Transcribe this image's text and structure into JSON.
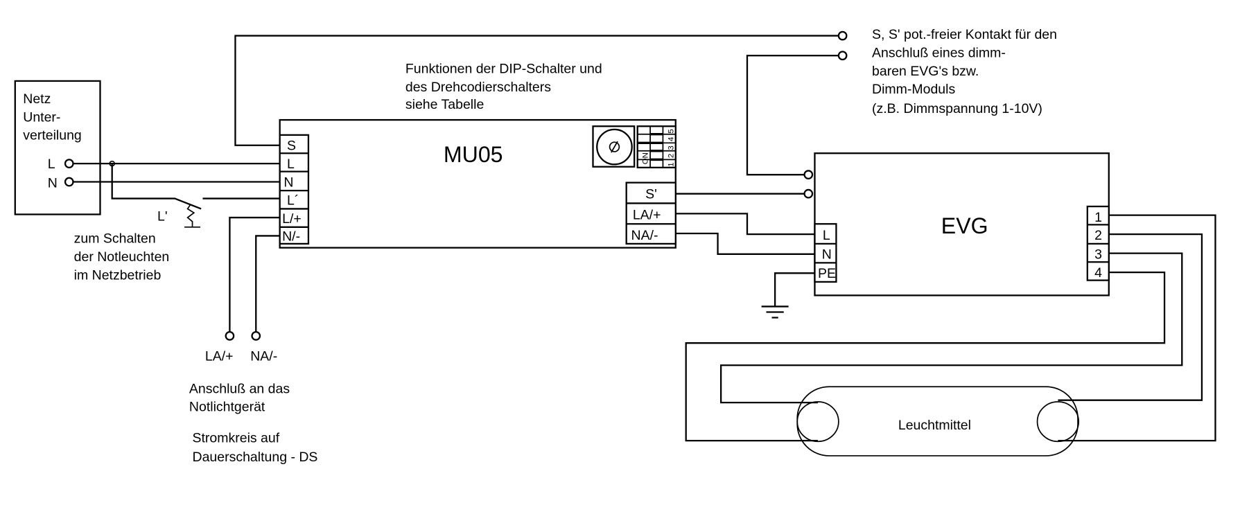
{
  "netz": {
    "lines": [
      "Netz",
      "Unter-",
      "verteilung"
    ],
    "l_label": "L",
    "n_label": "N"
  },
  "switch": {
    "label": "L'",
    "note": [
      "zum Schalten",
      "der Notleuchten",
      "im Netzbetrieb"
    ]
  },
  "mu05": {
    "title": "MU05",
    "left_terminals": [
      "S",
      "L",
      "N",
      "L´",
      "L/+",
      "N/-"
    ],
    "right_terminals": [
      "S'",
      "LA/+",
      "NA/-"
    ],
    "dip": {
      "on_label": "ON",
      "numbers": [
        "5",
        "4",
        "3",
        "2",
        "1"
      ]
    },
    "note": [
      "Funktionen der DIP-Schalter und",
      "des Drehcodierschalters",
      "siehe Tabelle"
    ]
  },
  "contact_note": [
    "S, S' pot.-freier Kontakt für den",
    "Anschluß eines dimm-",
    "baren EVG's bzw.",
    "Dimm-Moduls",
    "(z.B. Dimmspannung 1-10V)"
  ],
  "outputs": {
    "la_label": "LA/+",
    "na_label": "NA/-",
    "note1": [
      "Anschluß an das",
      "Notlichtgerät"
    ],
    "note2": [
      "Stromkreis auf",
      "Dauerschaltung - DS"
    ]
  },
  "evg": {
    "title": "EVG",
    "left_terminals": [
      "L",
      "N",
      "PE"
    ],
    "right_terminals": [
      "1",
      "2",
      "3",
      "4"
    ]
  },
  "lamp": {
    "label": "Leuchtmittel"
  }
}
